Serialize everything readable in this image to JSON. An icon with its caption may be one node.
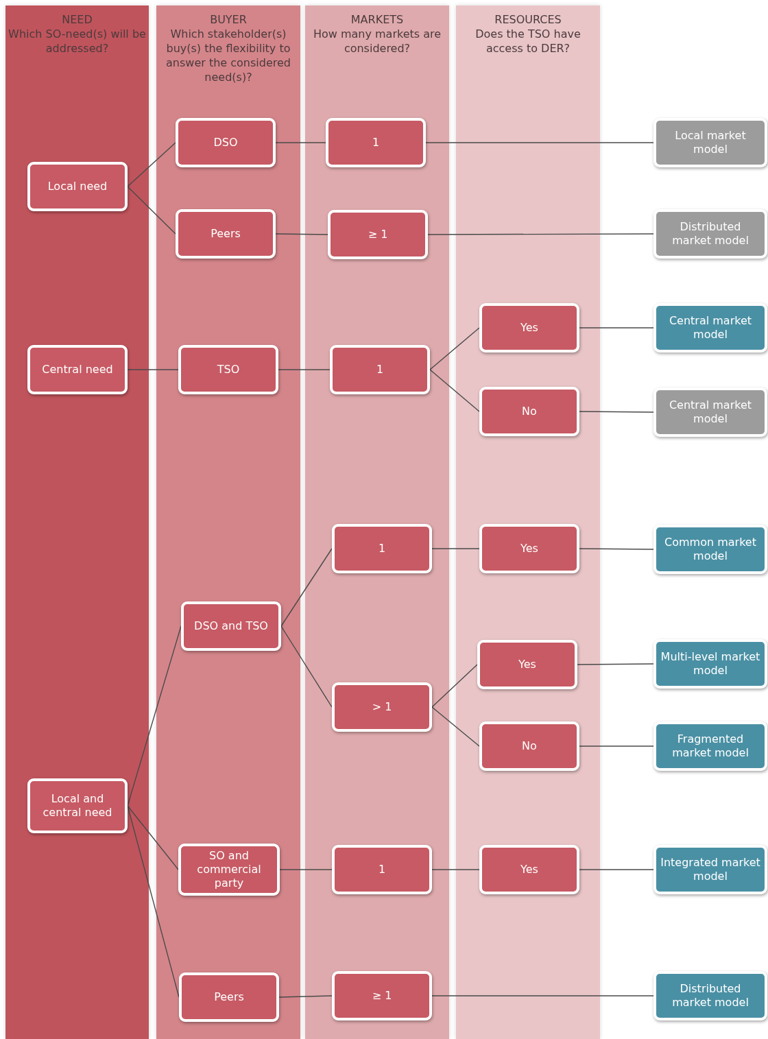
{
  "diagram": {
    "nodes": [
      {
        "text": [
          "NEED",
          "Which SO-need(s) will be addressed?"
        ]
      },
      {
        "text": [
          "BUYER",
          "Which stakeholder(s) buy(s) the flexibility to answer the considered need(s)?"
        ]
      },
      {
        "text": [
          "MARKETS",
          "How many markets are considered?"
        ]
      },
      {
        "text": [
          "RESOURCES",
          "Does the TSO have access to DER?"
        ]
      },
      {
        "text": [
          "Local need"
        ],
        "in": 0
      },
      {
        "text": [
          "Central need"
        ],
        "in": 0
      },
      {
        "text": [
          "Local and central need"
        ],
        "in": 0
      },
      {
        "text": [
          "DSO"
        ],
        "in": 1
      },
      {
        "text": [
          "Peers"
        ],
        "in": 1
      },
      {
        "text": [
          "TSO"
        ],
        "in": 1
      },
      {
        "text": [
          "DSO and TSO"
        ],
        "in": 1
      },
      {
        "text": [
          "SO and commercial party"
        ],
        "in": 1
      },
      {
        "text": [
          "Peers"
        ],
        "in": 1
      },
      {
        "text": [
          "1"
        ],
        "in": 2
      },
      {
        "text": [
          "≥ 1"
        ],
        "in": 2
      },
      {
        "text": [
          "1"
        ],
        "in": 2
      },
      {
        "text": [
          "1"
        ],
        "in": 2
      },
      {
        "text": [
          "> 1"
        ],
        "in": 2
      },
      {
        "text": [
          "1"
        ],
        "in": 2
      },
      {
        "text": [
          "≥ 1"
        ],
        "in": 2
      },
      {
        "text": [
          "Yes"
        ],
        "in": 3
      },
      {
        "text": [
          "No"
        ],
        "in": 3
      },
      {
        "text": [
          "Yes"
        ],
        "in": 3
      },
      {
        "text": [
          "Yes"
        ],
        "in": 3
      },
      {
        "text": [
          "No"
        ],
        "in": 3
      },
      {
        "text": [
          "Yes"
        ],
        "in": 3
      },
      {
        "text": [
          "Local market model"
        ]
      },
      {
        "text": [
          "Distributed market model"
        ]
      },
      {
        "text": [
          "Central market model"
        ]
      },
      {
        "text": [
          "Central market model"
        ]
      },
      {
        "text": [
          "Common market model"
        ]
      },
      {
        "text": [
          "Multi-level market model"
        ]
      },
      {
        "text": [
          "Fragmented market model"
        ]
      },
      {
        "text": [
          "Integrated market model"
        ]
      },
      {
        "text": [
          "Distributed market model"
        ]
      }
    ],
    "edges": [
      {
        "from": 4,
        "to": 7,
        "arrow": "none"
      },
      {
        "from": 4,
        "to": 8,
        "arrow": "none"
      },
      {
        "from": 7,
        "to": 13,
        "arrow": "none"
      },
      {
        "from": 8,
        "to": 14,
        "arrow": "none"
      },
      {
        "from": 13,
        "to": 26,
        "arrow": "none"
      },
      {
        "from": 14,
        "to": 27,
        "arrow": "none"
      },
      {
        "from": 5,
        "to": 9,
        "arrow": "none"
      },
      {
        "from": 9,
        "to": 15,
        "arrow": "none"
      },
      {
        "from": 15,
        "to": 20,
        "arrow": "none"
      },
      {
        "from": 15,
        "to": 21,
        "arrow": "none"
      },
      {
        "from": 20,
        "to": 28,
        "arrow": "none"
      },
      {
        "from": 21,
        "to": 29,
        "arrow": "none"
      },
      {
        "from": 6,
        "to": 10,
        "arrow": "none"
      },
      {
        "from": 6,
        "to": 11,
        "arrow": "none"
      },
      {
        "from": 6,
        "to": 12,
        "arrow": "none"
      },
      {
        "from": 10,
        "to": 16,
        "arrow": "none"
      },
      {
        "from": 10,
        "to": 17,
        "arrow": "none"
      },
      {
        "from": 16,
        "to": 22,
        "arrow": "none"
      },
      {
        "from": 22,
        "to": 30,
        "arrow": "none"
      },
      {
        "from": 17,
        "to": 23,
        "arrow": "none"
      },
      {
        "from": 17,
        "to": 24,
        "arrow": "none"
      },
      {
        "from": 23,
        "to": 31,
        "arrow": "none"
      },
      {
        "from": 24,
        "to": 32,
        "arrow": "none"
      },
      {
        "from": 11,
        "to": 18,
        "arrow": "none"
      },
      {
        "from": 18,
        "to": 25,
        "arrow": "none"
      },
      {
        "from": 25,
        "to": 33,
        "arrow": "none"
      },
      {
        "from": 12,
        "to": 19,
        "arrow": "none"
      },
      {
        "from": 19,
        "to": 34,
        "arrow": "none"
      }
    ]
  }
}
